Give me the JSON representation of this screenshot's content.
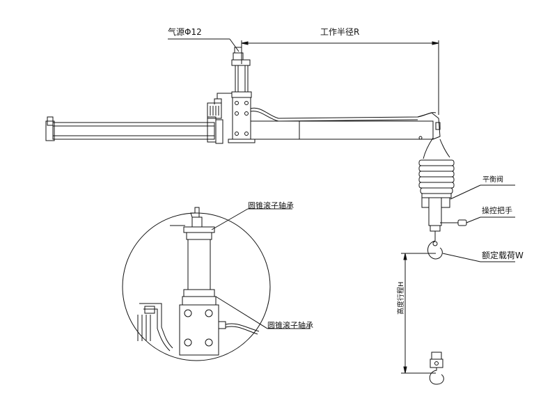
{
  "labels": {
    "air_source": "气源Φ12",
    "work_radius": "工作半径R",
    "balance_valve": "平衡阀",
    "control_handle": "操控把手",
    "rated_load": "额定载荷W",
    "bearing_top": "圆锥滚子轴承",
    "bearing_bottom": "圆锥滚子轴承",
    "stroke_height": "高度行程H"
  },
  "colors": {
    "line": "#111111",
    "background": "#ffffff"
  }
}
